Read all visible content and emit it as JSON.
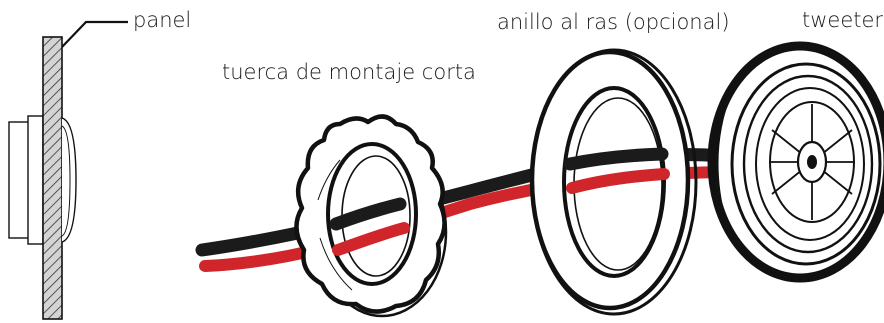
{
  "labels": {
    "panel": "panel",
    "nut": "tuerca de montaje corta",
    "ring": "anillo al ras (opcional)",
    "tweeter": "tweeter"
  },
  "colors": {
    "outline": "#111111",
    "black_wire": "#1b1b1b",
    "red_wire": "#d0252b",
    "panel_fill": "#cfcfcf",
    "ring_fill": "#ffffff",
    "background": "#ffffff"
  }
}
